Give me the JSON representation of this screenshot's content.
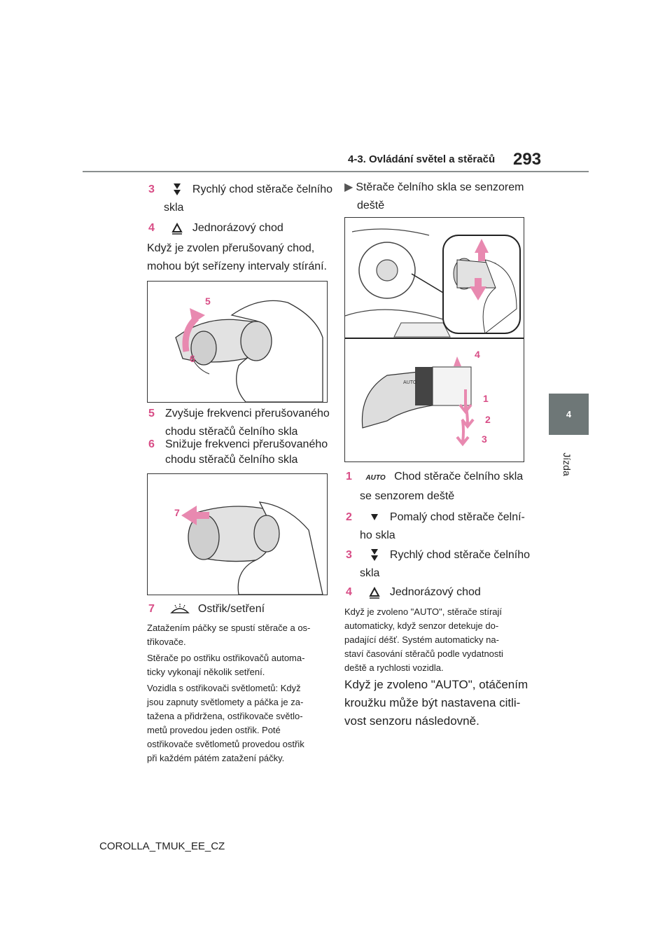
{
  "header": {
    "section": "4-3. Ovládání světel a stěračů",
    "page_number": "293"
  },
  "side_tab": {
    "chapter": "4",
    "label": "Jízda"
  },
  "left": {
    "item3": {
      "num": "3",
      "icon": "fast-wipe-icon",
      "text1": "Rychlý chod stěrače čelního",
      "text2": "skla"
    },
    "item4": {
      "num": "4",
      "icon": "single-wipe-icon",
      "text": "Jednorázový chod"
    },
    "para1_l1": "Když je zvolen přerušovaný chod,",
    "para1_l2": "mohou být seřízeny intervaly stírání.",
    "fig1": {
      "label5": "5",
      "label6": "6"
    },
    "item5": {
      "num": "5",
      "l1": "Zvyšuje frekvenci přerušovaného",
      "l2": "chodu stěračů čelního skla"
    },
    "item6": {
      "num": "6",
      "l1": "Snižuje frekvenci přerušovaného",
      "l2": "chodu stěračů čelního skla"
    },
    "fig2": {
      "label7": "7"
    },
    "item7": {
      "num": "7",
      "icon": "washer-icon",
      "text": "Ostřik/setření"
    },
    "notes": [
      [
        "Zatažením páčky se spustí stěrače a os-",
        "třikovače."
      ],
      [
        "Stěrače po ostřiku ostřikovačů automa-",
        "ticky vykonají několik setření."
      ],
      [
        "Vozidla s ostřikovači světlometů: Když",
        "jsou zapnuty světlomety a páčka je za-",
        "tažena a přidržena, ostřikovače světlo-",
        "metů provedou jeden ostřik. Poté",
        "ostřikovače světlometů provedou ostřik",
        "při každém pátém zatažení páčky."
      ]
    ]
  },
  "right": {
    "heading_l1": "Stěrače čelního skla se senzorem",
    "heading_l2": "deště",
    "fig3": {
      "label4": "4",
      "label1": "1",
      "label2": "2",
      "label3": "3",
      "auto": "AUTO"
    },
    "item1": {
      "num": "1",
      "icon_text": "AUTO",
      "l1": "Chod stěrače čelního skla",
      "l2": "se senzorem deště"
    },
    "item2": {
      "num": "2",
      "icon": "slow-wipe-icon",
      "l1": "Pomalý chod stěrače čelní-",
      "l2": "ho skla"
    },
    "item3": {
      "num": "3",
      "icon": "fast-wipe-icon",
      "l1": "Rychlý chod stěrače čelního",
      "l2": "skla"
    },
    "item4": {
      "num": "4",
      "icon": "single-wipe-icon",
      "text": "Jednorázový chod"
    },
    "note": [
      "Když je zvoleno \"AUTO\", stěrače stírají",
      "automaticky, když senzor detekuje do-",
      "padající déšť. Systém automaticky na-",
      "staví časování stěračů podle vydatnosti",
      "deště a rychlosti vozidla."
    ],
    "para_l1": "Když je zvoleno \"AUTO\", otáčením",
    "para_l2": "kroužku může být nastavena citli-",
    "para_l3": "vost senzoru následovně."
  },
  "footer": {
    "doc_id": "COROLLA_TMUK_EE_CZ"
  },
  "colors": {
    "accent": "#d84d86",
    "tab": "#6e7777",
    "rule": "#8a8f8f"
  }
}
